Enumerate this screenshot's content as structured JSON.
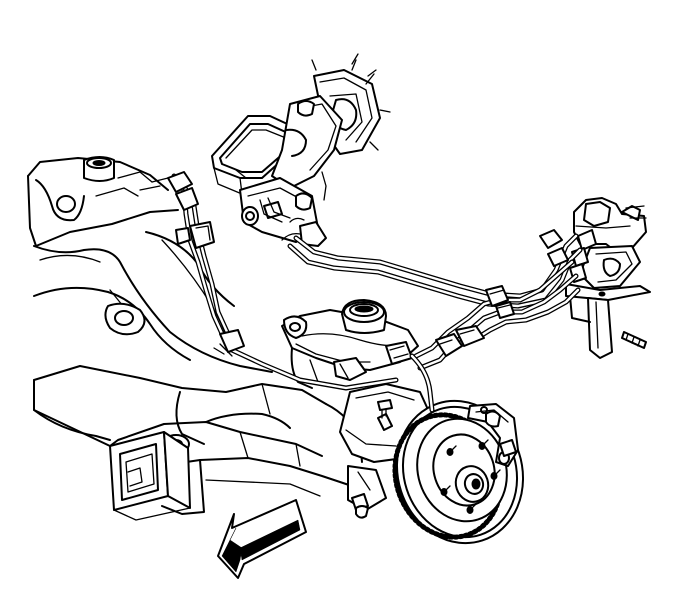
{
  "diagram": {
    "type": "technical-line-drawing",
    "colors": {
      "line": "#000000",
      "background": "#ffffff"
    },
    "parts": [
      {
        "id": "front-crossmember",
        "icon": "frame-crossmember"
      },
      {
        "id": "left-frame-rail",
        "icon": "frame-rail"
      },
      {
        "id": "master-cylinder",
        "icon": "master-cylinder"
      },
      {
        "id": "brake-booster-bracket",
        "icon": "booster-bracket"
      },
      {
        "id": "abs-modulator",
        "icon": "abs-modulator-valve"
      },
      {
        "id": "brake-pipes",
        "icon": "brake-pipe-bundle"
      },
      {
        "id": "upper-control-arm",
        "icon": "control-arm"
      },
      {
        "id": "brake-rotor",
        "icon": "disc-rotor"
      },
      {
        "id": "brake-caliper",
        "icon": "caliper"
      },
      {
        "id": "direction-arrow",
        "icon": "arrow-front-of-vehicle"
      }
    ]
  }
}
